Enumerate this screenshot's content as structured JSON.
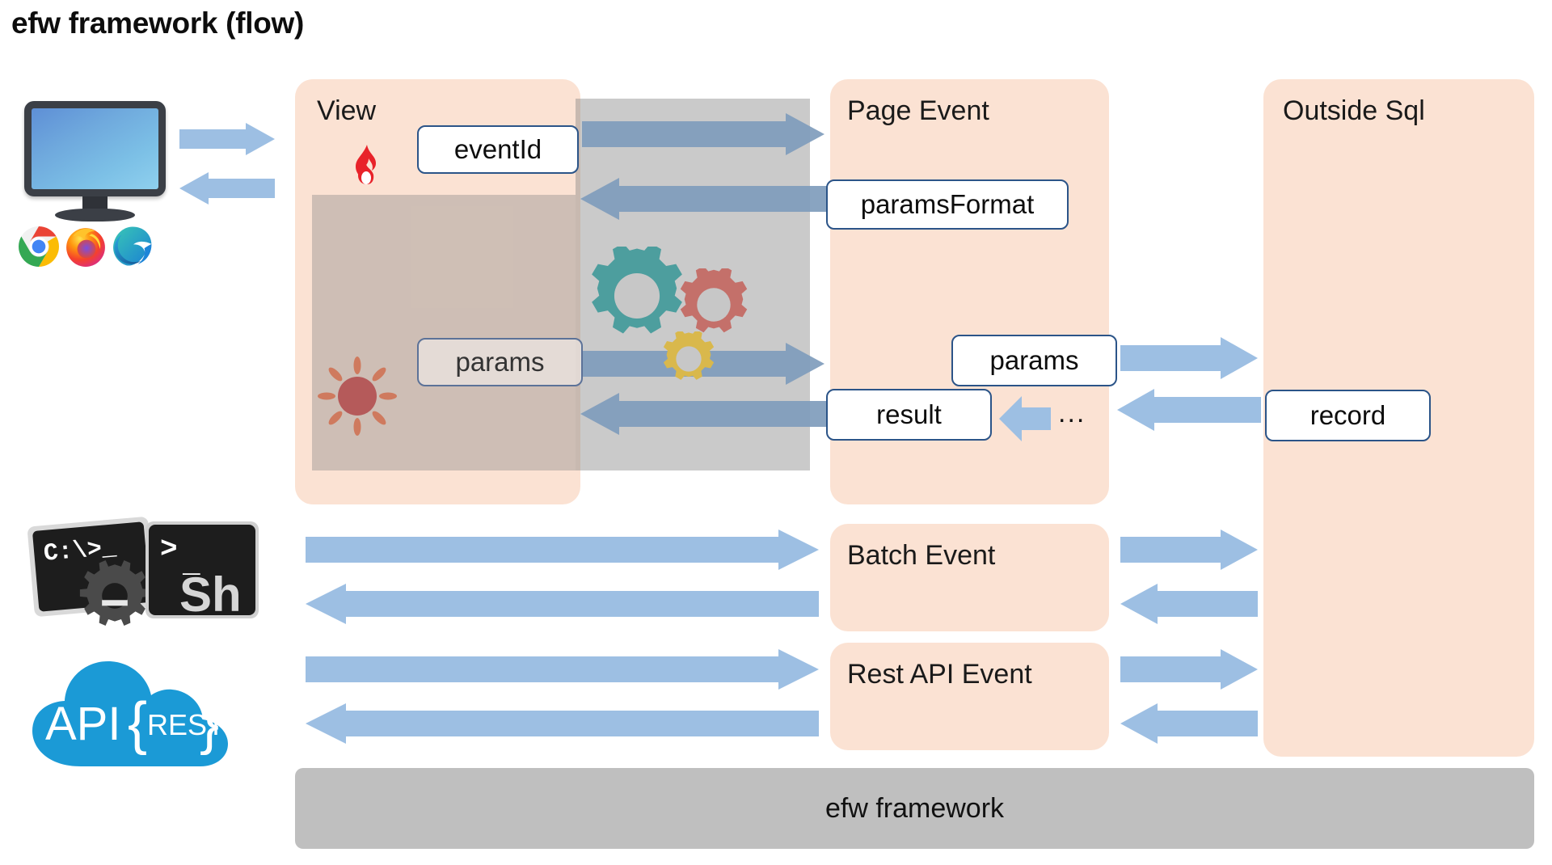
{
  "page": {
    "title": "efw framework (flow)",
    "background": "#ffffff"
  },
  "colors": {
    "lane_fill": "#fbe2d3",
    "arrow_blue": "#9dbfe3",
    "box_border": "#2b5488",
    "framework_bar": "#bfbfbf",
    "gear_teal": "#4d9e9e",
    "gear_red": "#c4706a",
    "gear_yellow": "#d9b84c",
    "sun_red": "#b55a5a",
    "flame_red": "#e8232a",
    "cloud_blue": "#1b9ad6"
  },
  "lanes": [
    {
      "id": "view",
      "label": "View"
    },
    {
      "id": "page-event",
      "label": "Page Event"
    },
    {
      "id": "outside-sql",
      "label": "Outside Sql"
    },
    {
      "id": "batch-event",
      "label": "Batch Event"
    },
    {
      "id": "rest-api-event",
      "label": "Rest API Event"
    }
  ],
  "boxes": {
    "event_id": "eventId",
    "params_view": "params",
    "params_format": "paramsFormat",
    "params_page": "params",
    "result": "result",
    "record": "record",
    "ellipsis": "..."
  },
  "framework_bar": {
    "label": "efw framework"
  },
  "icons": {
    "monitor": "monitor-icon",
    "browsers": [
      "chrome-icon",
      "firefox-icon",
      "edge-icon"
    ],
    "flame": "flame-icon",
    "sun": "sun-icon",
    "gears": [
      "gear-teal-icon",
      "gear-red-icon",
      "gear-yellow-icon"
    ],
    "cmd_prompt": "command-prompt-icon",
    "shell": "shell-icon",
    "cloud": "api-rest-cloud-icon"
  },
  "terminal": {
    "cmd_text": "C:\\>_",
    "shell_prompt": ">_",
    "shell_label": "Sh"
  },
  "cloud": {
    "api_text": "API",
    "brace_open": "{",
    "rest_text": "REST",
    "brace_close": "}"
  }
}
